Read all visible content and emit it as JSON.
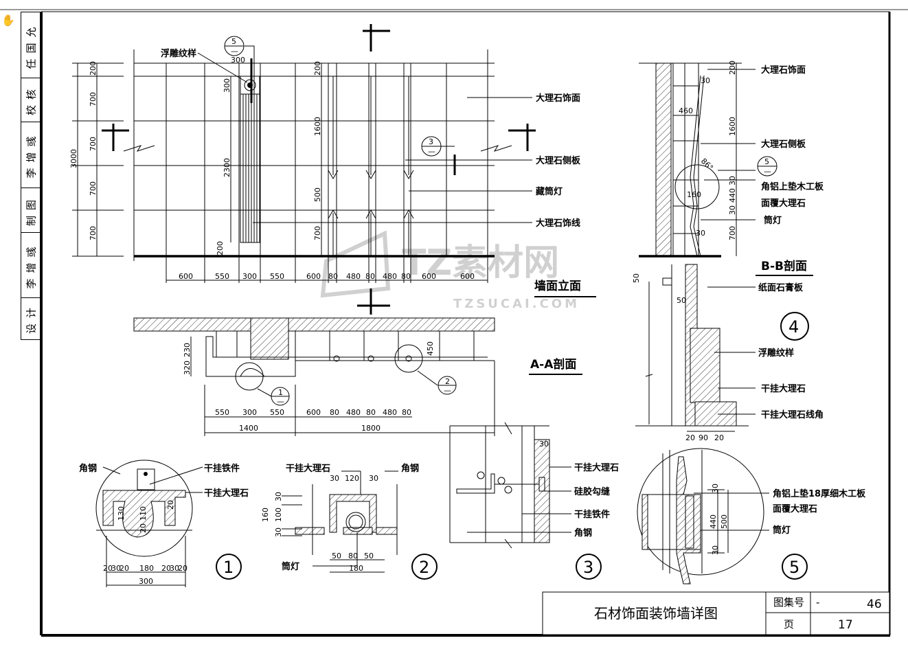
{
  "viewer": {
    "hand_tool_icon": "hand-icon"
  },
  "sidebar": {
    "cells": [
      "任国允",
      "校核",
      "李增彧",
      "制图",
      "李增彧",
      "设计"
    ]
  },
  "watermark": {
    "logo": "TZ素材网",
    "url": "TZSUCAI.COM"
  },
  "elevation": {
    "title": "墙面立面",
    "labels": {
      "relief": "浮雕纹样",
      "marble_face": "大理石饰面",
      "marble_side": "大理石侧板",
      "hidden_light": "藏筒灯",
      "marble_trim": "大理石饰线"
    },
    "callouts": {
      "c5": "5",
      "c3": "3",
      "sub": "—"
    },
    "dims_left": [
      "3000",
      "200",
      "700",
      "700",
      "700",
      "700"
    ],
    "dims_mid": [
      "300",
      "300",
      "2300",
      "200"
    ],
    "dims_right": [
      "200",
      "1600",
      "500",
      "700"
    ],
    "dims_bottom": [
      "600",
      "550",
      "300",
      "550",
      "600",
      "80",
      "480",
      "80",
      "480",
      "80",
      "600",
      "600"
    ]
  },
  "section_aa": {
    "title": "A-A剖面",
    "dims_left": [
      "230",
      "320"
    ],
    "dim_450": "450",
    "dims_bottom": [
      "550",
      "300",
      "550",
      "600",
      "80",
      "480",
      "80",
      "480",
      "80"
    ],
    "dims_total": [
      "1400",
      "1800"
    ],
    "callouts": {
      "c1": "1",
      "c2": "2",
      "sub": "—"
    }
  },
  "section_bb": {
    "title": "B-B剖面",
    "labels": [
      "大理石饰面",
      "大理石侧板",
      "角铝上垫木工板",
      "面覆大理石",
      "筒灯"
    ],
    "dims": [
      "200",
      "30",
      "460",
      "1600",
      "86°",
      "30",
      "440",
      "30",
      "160",
      "700",
      "30"
    ],
    "callout": {
      "num": "5",
      "sub": "—"
    }
  },
  "detail4": {
    "number": "4",
    "labels": [
      "纸面石膏板",
      "浮雕纹样",
      "干挂大理石",
      "干挂大理石线角"
    ],
    "dims": [
      "50",
      "50",
      "20",
      "90",
      "20"
    ]
  },
  "detail1": {
    "number": "1",
    "labels": [
      "角钢",
      "干挂铁件",
      "干挂大理石"
    ],
    "dims": [
      "130",
      "110",
      "20",
      "20"
    ],
    "dims_bottom": [
      "20",
      "30",
      "20",
      "180",
      "20",
      "30",
      "20"
    ],
    "dim_total": "300"
  },
  "detail2": {
    "number": "2",
    "labels": [
      "干挂大理石",
      "角钢",
      "筒灯"
    ],
    "dims_top": [
      "30",
      "120",
      "30"
    ],
    "dims_left": [
      "160",
      "30",
      "100",
      "30"
    ],
    "dims_bottom": [
      "50",
      "80",
      "50"
    ],
    "dim_total": "180"
  },
  "detail3": {
    "number": "3",
    "labels": [
      "干挂大理石",
      "硅胶勾缝",
      "干挂铁件",
      "角钢"
    ],
    "dim": "30"
  },
  "detail5": {
    "number": "5",
    "labels": [
      "角铝上垫18厚细木工板",
      "面覆大理石",
      "筒灯"
    ],
    "dims": [
      "30",
      "440",
      "500",
      "30"
    ]
  },
  "title_block": {
    "title": "石材饰面装饰墙详图",
    "atlas_label": "图集号",
    "atlas_dash": "-",
    "atlas_value": "46",
    "page_label": "页",
    "page_value": "17"
  }
}
